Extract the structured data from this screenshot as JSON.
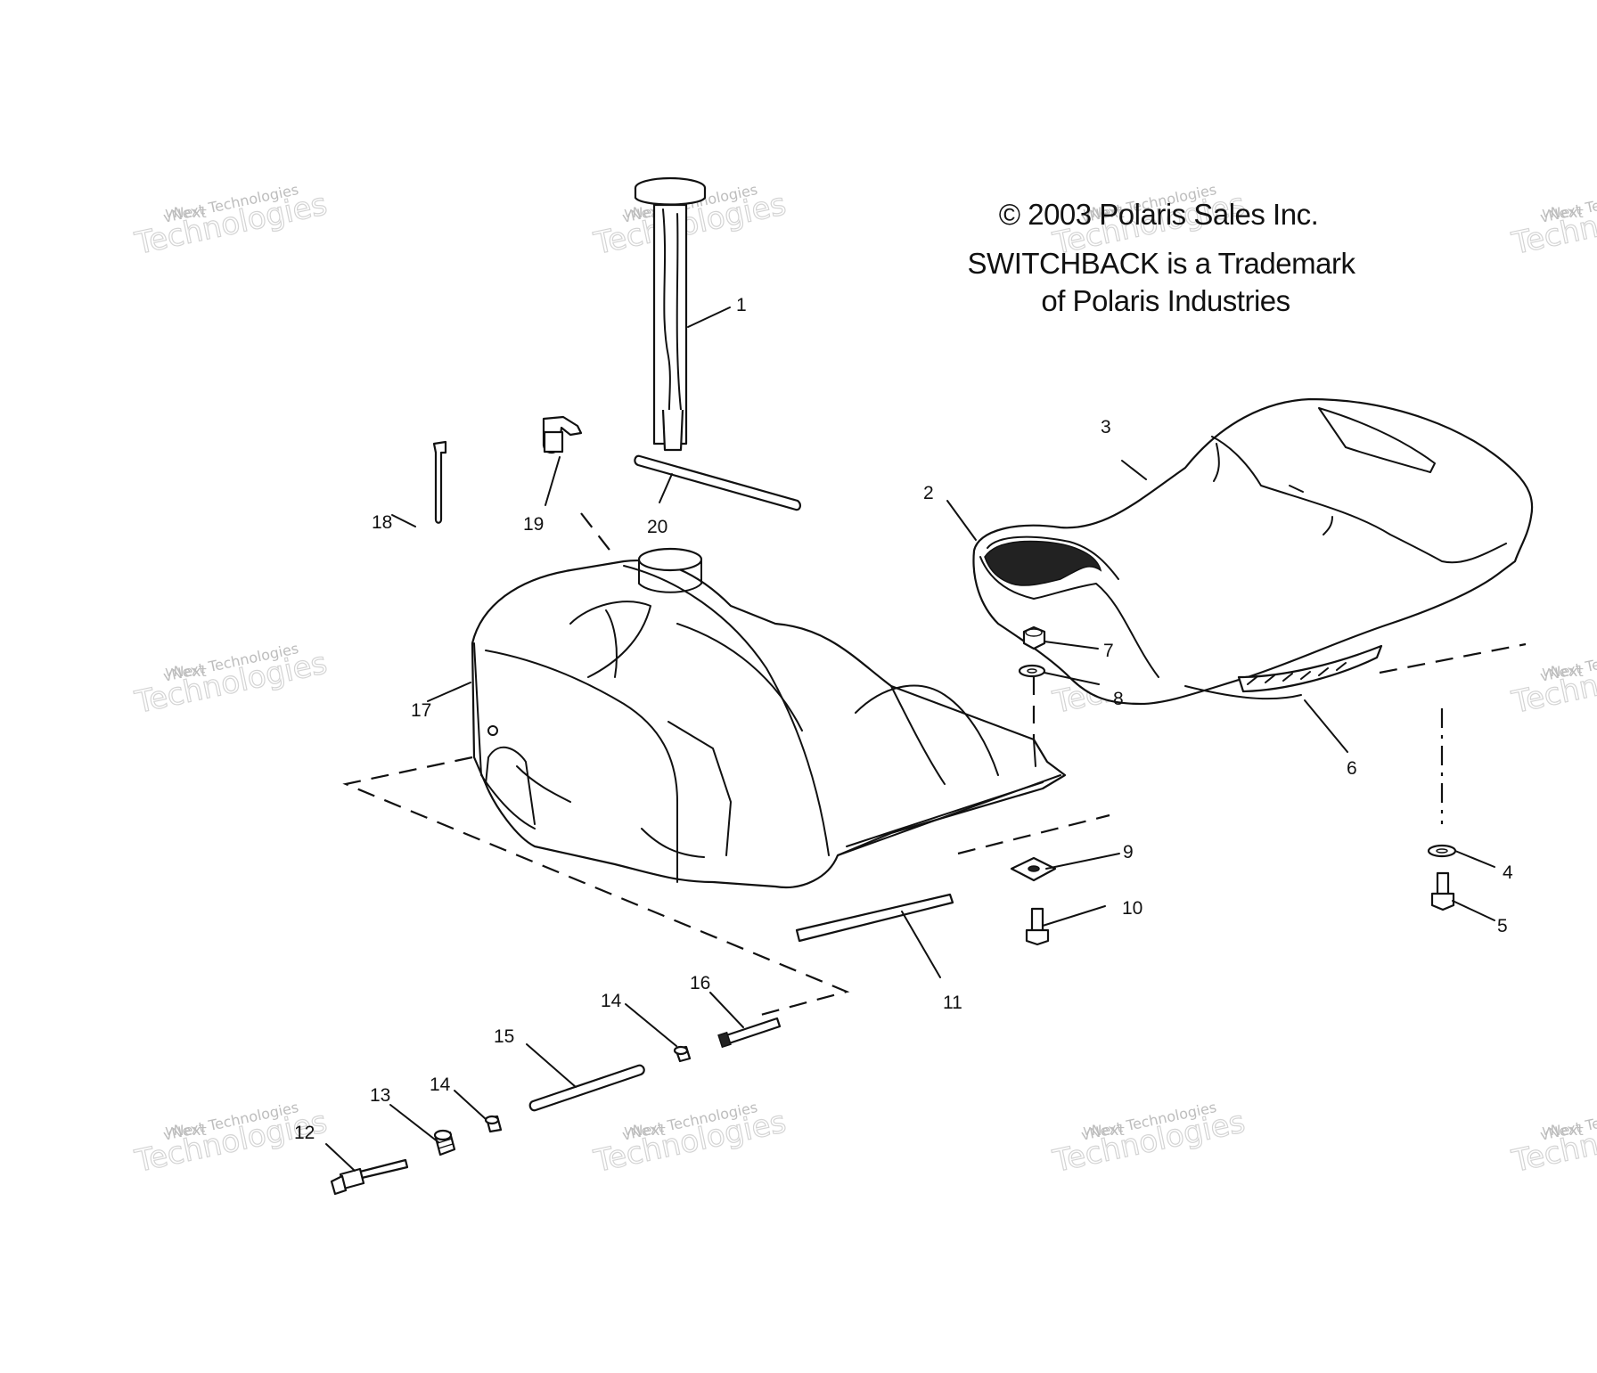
{
  "notice": {
    "copyright": "© 2003 Polaris Sales Inc.",
    "trademark_line1": "SWITCHBACK is a Trademark",
    "trademark_line2": "of Polaris Industries"
  },
  "watermark": {
    "line_a": "vNext",
    "line_b": "vNext Technologies",
    "line_c": "Technologies"
  },
  "callouts": [
    {
      "id": "c1",
      "label": "1",
      "part": "fuel gauge sender"
    },
    {
      "id": "c2",
      "label": "2",
      "part": "seat pan edge"
    },
    {
      "id": "c3",
      "label": "3",
      "part": "seat"
    },
    {
      "id": "c4",
      "label": "4",
      "part": "washer"
    },
    {
      "id": "c5",
      "label": "5",
      "part": "bolt"
    },
    {
      "id": "c6",
      "label": "6",
      "part": "seat base"
    },
    {
      "id": "c7",
      "label": "7",
      "part": "nut"
    },
    {
      "id": "c8",
      "label": "8",
      "part": "washer"
    },
    {
      "id": "c9",
      "label": "9",
      "part": "plate"
    },
    {
      "id": "c10",
      "label": "10",
      "part": "bolt"
    },
    {
      "id": "c11",
      "label": "11",
      "part": "strip"
    },
    {
      "id": "c12",
      "label": "12",
      "part": "fitting"
    },
    {
      "id": "c13",
      "label": "13",
      "part": "grommet"
    },
    {
      "id": "c14a",
      "label": "14",
      "part": "grommet"
    },
    {
      "id": "c14b",
      "label": "14",
      "part": "grommet"
    },
    {
      "id": "c15",
      "label": "15",
      "part": "hose"
    },
    {
      "id": "c16",
      "label": "16",
      "part": "fitting"
    },
    {
      "id": "c17",
      "label": "17",
      "part": "fuel tank"
    },
    {
      "id": "c18",
      "label": "18",
      "part": "strap"
    },
    {
      "id": "c19",
      "label": "19",
      "part": "vent valve"
    },
    {
      "id": "c20",
      "label": "20",
      "part": "hose"
    }
  ]
}
